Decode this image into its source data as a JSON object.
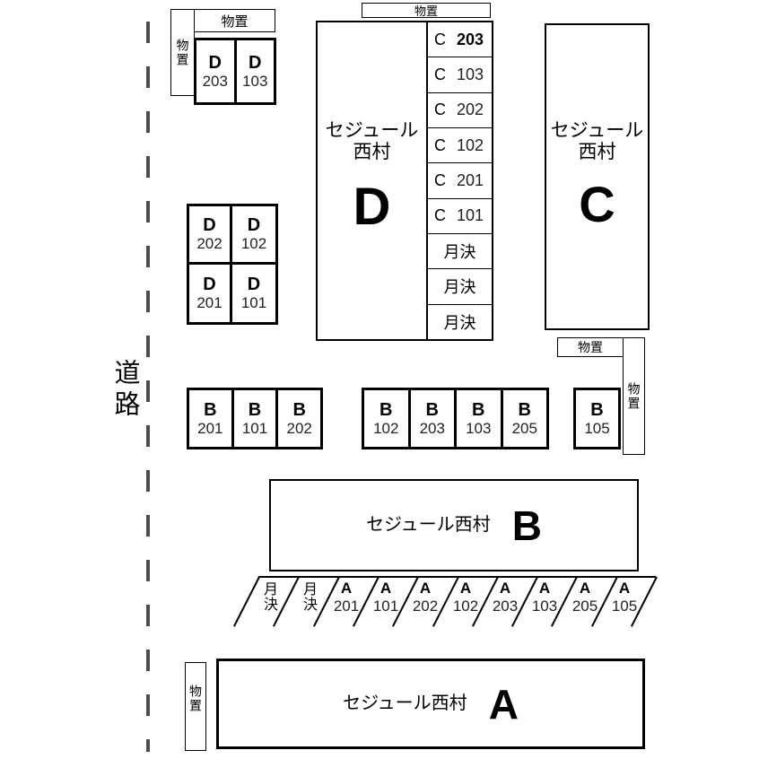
{
  "road": {
    "label": "道路"
  },
  "storage": {
    "label": "物置"
  },
  "buildings": {
    "d": {
      "name_line1": "セジュール",
      "name_line2": "西村",
      "letter": "D"
    },
    "c": {
      "name_line1": "セジュール",
      "name_line2": "西村",
      "letter": "C"
    },
    "b": {
      "name": "セジュール西村",
      "letter": "B"
    },
    "a": {
      "name": "セジュール西村",
      "letter": "A"
    }
  },
  "parking": {
    "d_upper": [
      {
        "letter": "D",
        "number": "203"
      },
      {
        "letter": "D",
        "number": "103"
      }
    ],
    "d_block": [
      {
        "letter": "D",
        "number": "202"
      },
      {
        "letter": "D",
        "number": "102"
      },
      {
        "letter": "D",
        "number": "201"
      },
      {
        "letter": "D",
        "number": "101"
      }
    ],
    "c_column": [
      {
        "letter": "C",
        "number": "203"
      },
      {
        "letter": "C",
        "number": "103"
      },
      {
        "letter": "C",
        "number": "202"
      },
      {
        "letter": "C",
        "number": "102"
      },
      {
        "letter": "C",
        "number": "201"
      },
      {
        "letter": "C",
        "number": "101"
      },
      {
        "label": "月決"
      },
      {
        "label": "月決"
      },
      {
        "label": "月決"
      }
    ],
    "b_left": [
      {
        "letter": "B",
        "number": "201"
      },
      {
        "letter": "B",
        "number": "101"
      },
      {
        "letter": "B",
        "number": "202"
      }
    ],
    "b_mid": [
      {
        "letter": "B",
        "number": "102"
      },
      {
        "letter": "B",
        "number": "203"
      },
      {
        "letter": "B",
        "number": "103"
      },
      {
        "letter": "B",
        "number": "205"
      }
    ],
    "b_single": {
      "letter": "B",
      "number": "105"
    },
    "a_row": [
      {
        "label": "月決"
      },
      {
        "label": "月決"
      },
      {
        "letter": "A",
        "number": "201"
      },
      {
        "letter": "A",
        "number": "101"
      },
      {
        "letter": "A",
        "number": "202"
      },
      {
        "letter": "A",
        "number": "102"
      },
      {
        "letter": "A",
        "number": "203"
      },
      {
        "letter": "A",
        "number": "103"
      },
      {
        "letter": "A",
        "number": "205"
      },
      {
        "letter": "A",
        "number": "105"
      }
    ]
  }
}
